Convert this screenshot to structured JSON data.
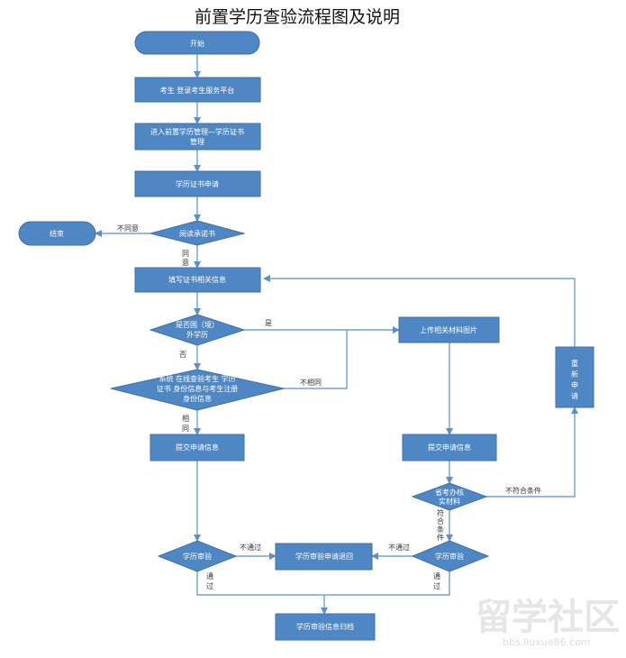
{
  "title": "前置学历查验流程图及说明",
  "nodes": {
    "start": "开始",
    "login": "考生 登录考生服务平台",
    "enter_1": "进入前置学历管理—学历证书",
    "enter_2": "管理",
    "apply": "学历证书申请",
    "read": "阅读承诺书",
    "end": "结束",
    "fill": "填写证书相关信息",
    "domestic_1": "是否国（境）",
    "domestic_2": "外学历",
    "upload": "上传相关材料图片",
    "verify_1": "系统 在线查验考生 学历",
    "verify_2": "证书 身份信息与考生注册",
    "verify_3": "身份信息",
    "submit_left": "提交申请信息",
    "submit_right": "提交申请信息",
    "review_1": "省考办核",
    "review_2": "实材料",
    "reapply_1": "重",
    "reapply_2": "新",
    "reapply_3": "申",
    "reapply_4": "请",
    "audit_left": "学历审验",
    "audit_right": "学历审验",
    "return": "学历审验申请退回",
    "archive": "学历审验信息归档"
  },
  "edges": {
    "disagree": "不同意",
    "agree_1": "同",
    "agree_2": "意",
    "yes": "是",
    "no": "否",
    "mismatch": "不相同",
    "match_1": "相",
    "match_2": "同",
    "not_qualified": "不符合条件",
    "qualified_1": "符",
    "qualified_2": "合",
    "qualified_3": "条",
    "qualified_4": "件",
    "fail_left": "不通过",
    "fail_right": "不通过",
    "pass_left_1": "通",
    "pass_left_2": "过",
    "pass_right_1": "通",
    "pass_right_2": "过"
  },
  "watermark": {
    "logo": "留学社区",
    "url": "bbs.liuxue86.com"
  },
  "colors": {
    "node_fill": "#4f87c4",
    "node_stroke": "#3d6fa8",
    "line": "#5b8fc9",
    "watermark": "#e6e6e6"
  }
}
